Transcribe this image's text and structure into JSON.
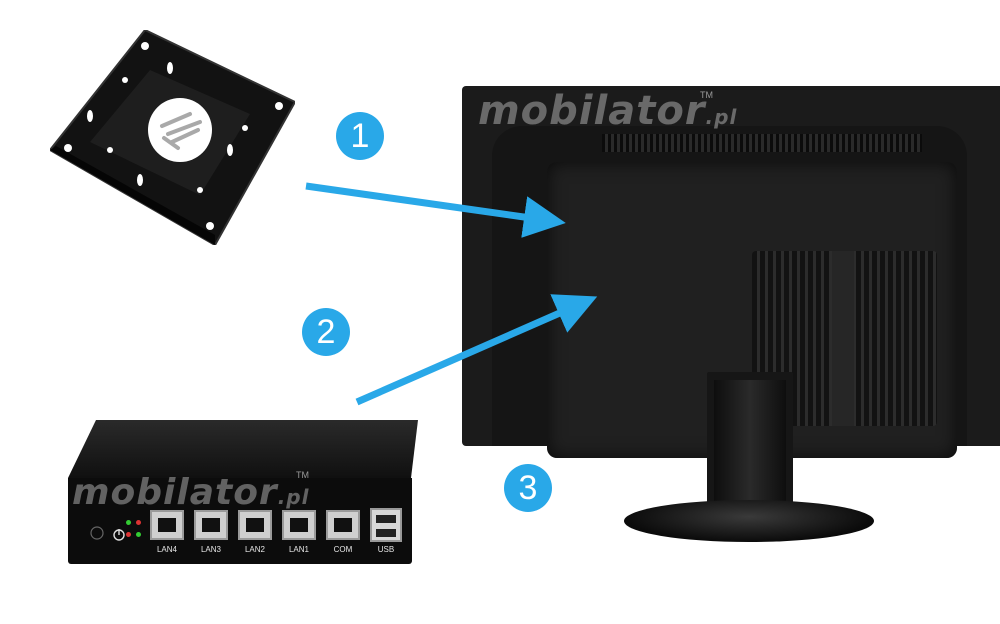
{
  "watermark": {
    "brand": "mobilator",
    "suffix": ".pl",
    "trademark": "TM"
  },
  "steps": [
    "1",
    "2",
    "3"
  ],
  "ports": [
    "LAN4",
    "LAN3",
    "LAN2",
    "LAN1",
    "COM",
    "USB"
  ],
  "colors": {
    "accent": "#29a8e8",
    "device": "#111111"
  },
  "icons": [
    "power-icon",
    "led-icon"
  ]
}
